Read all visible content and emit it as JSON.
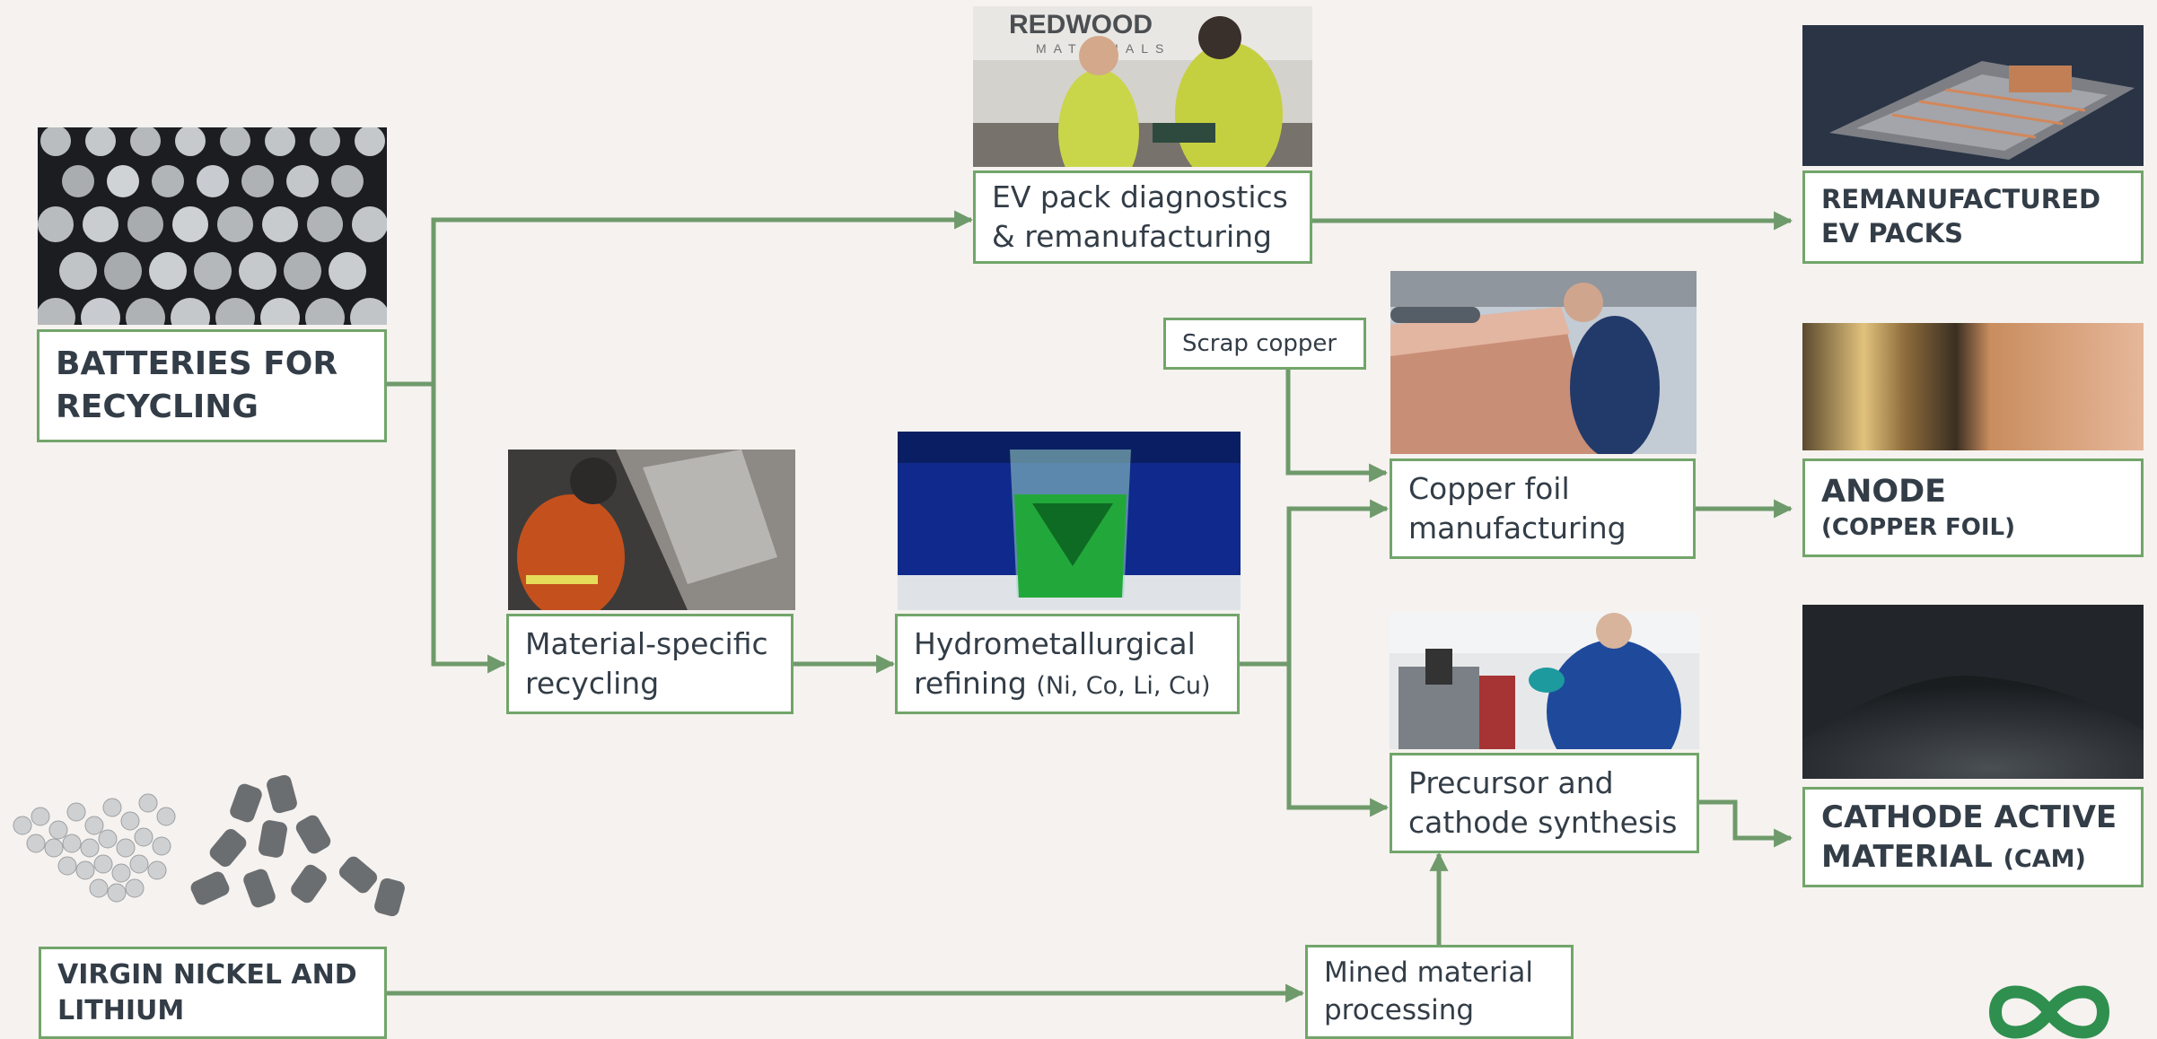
{
  "colors": {
    "background": "#f5f2ef",
    "accent": "#72a56a",
    "line": "#6f9a6b",
    "text": "#333d47"
  },
  "inputs": {
    "batteries": "BATTERIES FOR RECYCLING",
    "virgin": "VIRGIN NICKEL AND LITHIUM"
  },
  "processes": {
    "ev_pack": "EV pack diagnostics & remanufacturing",
    "material_recycling": "Material-specific recycling",
    "hydro_main": "Hydrometallurgical refining",
    "hydro_detail": "(Ni, Co, Li, Cu)",
    "scrap_copper": "Scrap copper",
    "copper_foil": "Copper foil manufacturing",
    "precursor": "Precursor and cathode synthesis",
    "mined": "Mined material processing"
  },
  "outputs": {
    "ev_packs": "REMANUFACTURED EV PACKS",
    "anode_main": "ANODE",
    "anode_sub": "(COPPER FOIL)",
    "cam_main": "CATHODE ACTIVE MATERIAL",
    "cam_sub": "(CAM)"
  },
  "photos": {
    "batteries": "battery-cells-photo",
    "ev_pack": "workers-photo",
    "recycling": "recycling-worker-photo",
    "hydro": "green-beaker-photo",
    "copper_foil": "copper-foil-photo",
    "precursor": "lab-worker-photo",
    "ev_pack_out": "ev-battery-pack-photo",
    "anode_out": "copper-roll-photo",
    "cam_out": "black-powder-photo",
    "virgin": "metal-pellets-photo",
    "logo_text": "REDWOOD MATERIALS"
  }
}
